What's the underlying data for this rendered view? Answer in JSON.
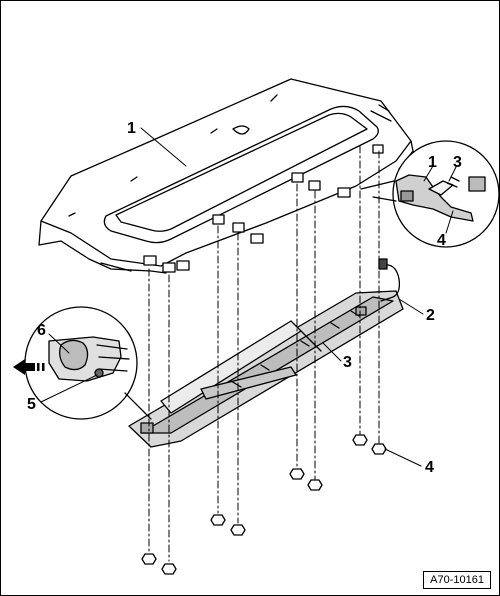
{
  "diagram": {
    "reference_code": "A70-10161",
    "callouts": {
      "main_1": "1",
      "detail_right_1": "1",
      "detail_right_3": "3",
      "detail_right_4": "4",
      "cable_2": "2",
      "rail_3": "3",
      "nut_4": "4",
      "detail_left_6": "6",
      "detail_left_5": "5"
    }
  }
}
